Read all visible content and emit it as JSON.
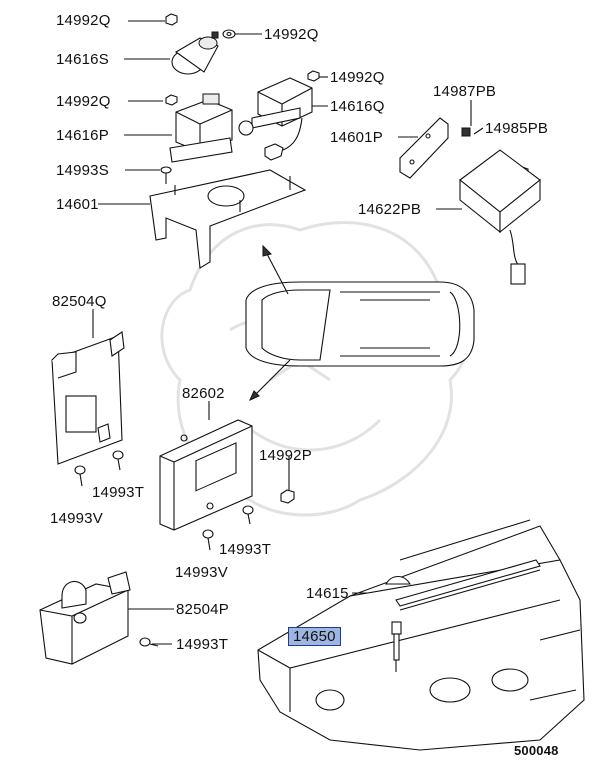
{
  "labels": {
    "p14992q_a": "14992Q",
    "p14992q_b": "14992Q",
    "p14616s": "14616S",
    "p14992q_c": "14992Q",
    "p14992q_d": "14992Q",
    "p14616q": "14616Q",
    "p14616p": "14616P",
    "p14987pb": "14987PB",
    "p14601p": "14601P",
    "p14985pb": "14985PB",
    "p14993s": "14993S",
    "p14601": "14601",
    "p14622pb": "14622PB",
    "p82504q": "82504Q",
    "p82602": "82602",
    "p14992p": "14992P",
    "p14993t_a": "14993T",
    "p14993v_a": "14993V",
    "p14993t_b": "14993T",
    "p14993v_b": "14993V",
    "p14615": "14615",
    "p82504p": "82504P",
    "p14993t_c": "14993T",
    "p14650": "14650"
  },
  "reference_number": "500048",
  "colors": {
    "highlight_fill": "#9fb6e0",
    "highlight_border": "#1c3c8c",
    "line": "#111111"
  }
}
